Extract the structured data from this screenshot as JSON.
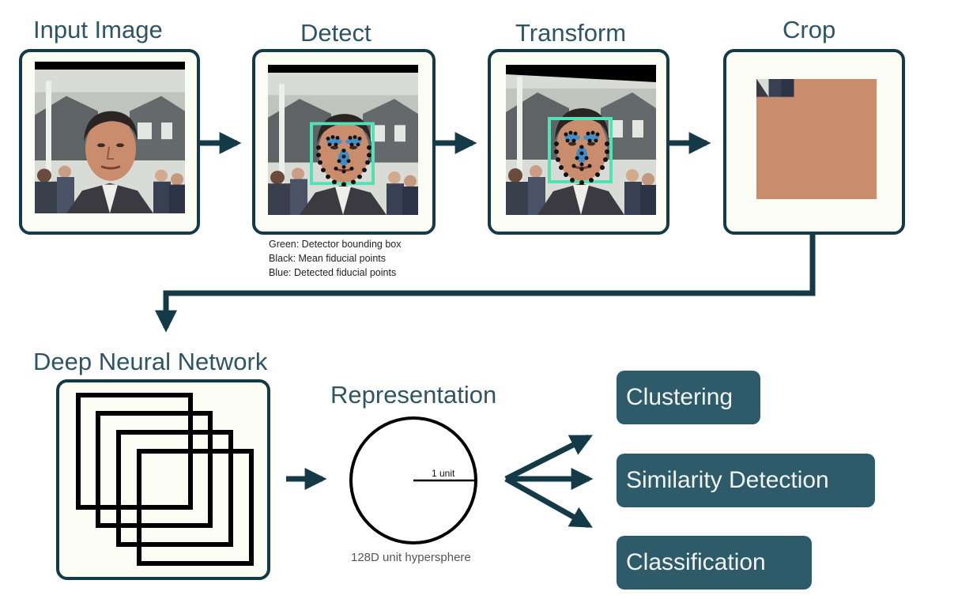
{
  "stages": {
    "input_image": "Input Image",
    "detect": "Detect",
    "transform": "Transform",
    "crop": "Crop",
    "deep_neural_network": "Deep Neural Network",
    "representation": "Representation"
  },
  "detect_legend": [
    "Green: Detector bounding box",
    "Black: Mean fiducial points",
    "Blue: Detected fiducial points"
  ],
  "hypersphere": {
    "radius_label": "1 unit",
    "caption": "128D unit hypersphere"
  },
  "outputs": [
    "Clustering",
    "Similarity Detection",
    "Classification"
  ],
  "colors": {
    "frame_border": "#143a48",
    "frame_fill": "#fbfcf4",
    "title_text": "#2f5563",
    "pill_fill": "#2e5b6a",
    "bbox_green": "#4fe3b5",
    "fiducial_blue": "#2a8fd8"
  }
}
